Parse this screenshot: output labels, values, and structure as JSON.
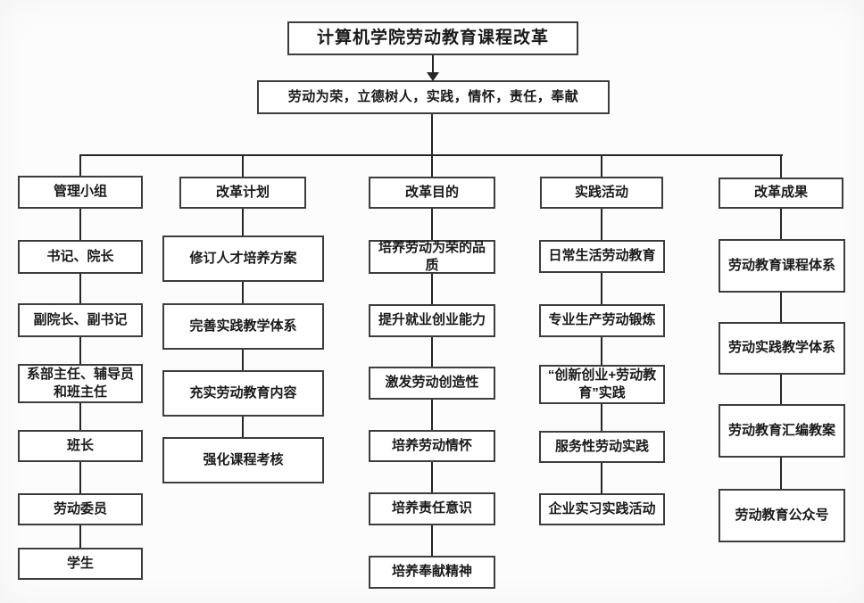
{
  "root": {
    "label": "计算机学院劳动教育课程改革"
  },
  "motto": {
    "label": "劳动为荣，立德树人，实践，情怀，责任，奉献"
  },
  "columns": [
    {
      "header": "管理小组",
      "items": [
        "书记、院长",
        "副院长、副书记",
        "系部主任、辅导员和班主任",
        "班长",
        "劳动委员",
        "学生"
      ]
    },
    {
      "header": "改革计划",
      "items": [
        "修订人才培养方案",
        "完善实践教学体系",
        "充实劳动教育内容",
        "强化课程考核"
      ]
    },
    {
      "header": "改革目的",
      "items": [
        "培养劳动为荣的品质",
        "提升就业创业能力",
        "激发劳动创造性",
        "培养劳动情怀",
        "培养责任意识",
        "培养奉献精神"
      ]
    },
    {
      "header": "实践活动",
      "items": [
        "日常生活劳动教育",
        "专业生产劳动锻炼",
        "“创新创业+劳动教育”实践",
        "服务性劳动实践",
        "企业实习实践活动"
      ]
    },
    {
      "header": "改革成果",
      "items": [
        "劳动教育课程体系",
        "劳动实践教学体系",
        "劳动教育汇编教案",
        "劳动教育公众号"
      ]
    }
  ],
  "colors": {
    "line": "#262626",
    "box_border": "#3d3d3d",
    "background": "#fcfcfc",
    "text": "#1a1a1a"
  }
}
